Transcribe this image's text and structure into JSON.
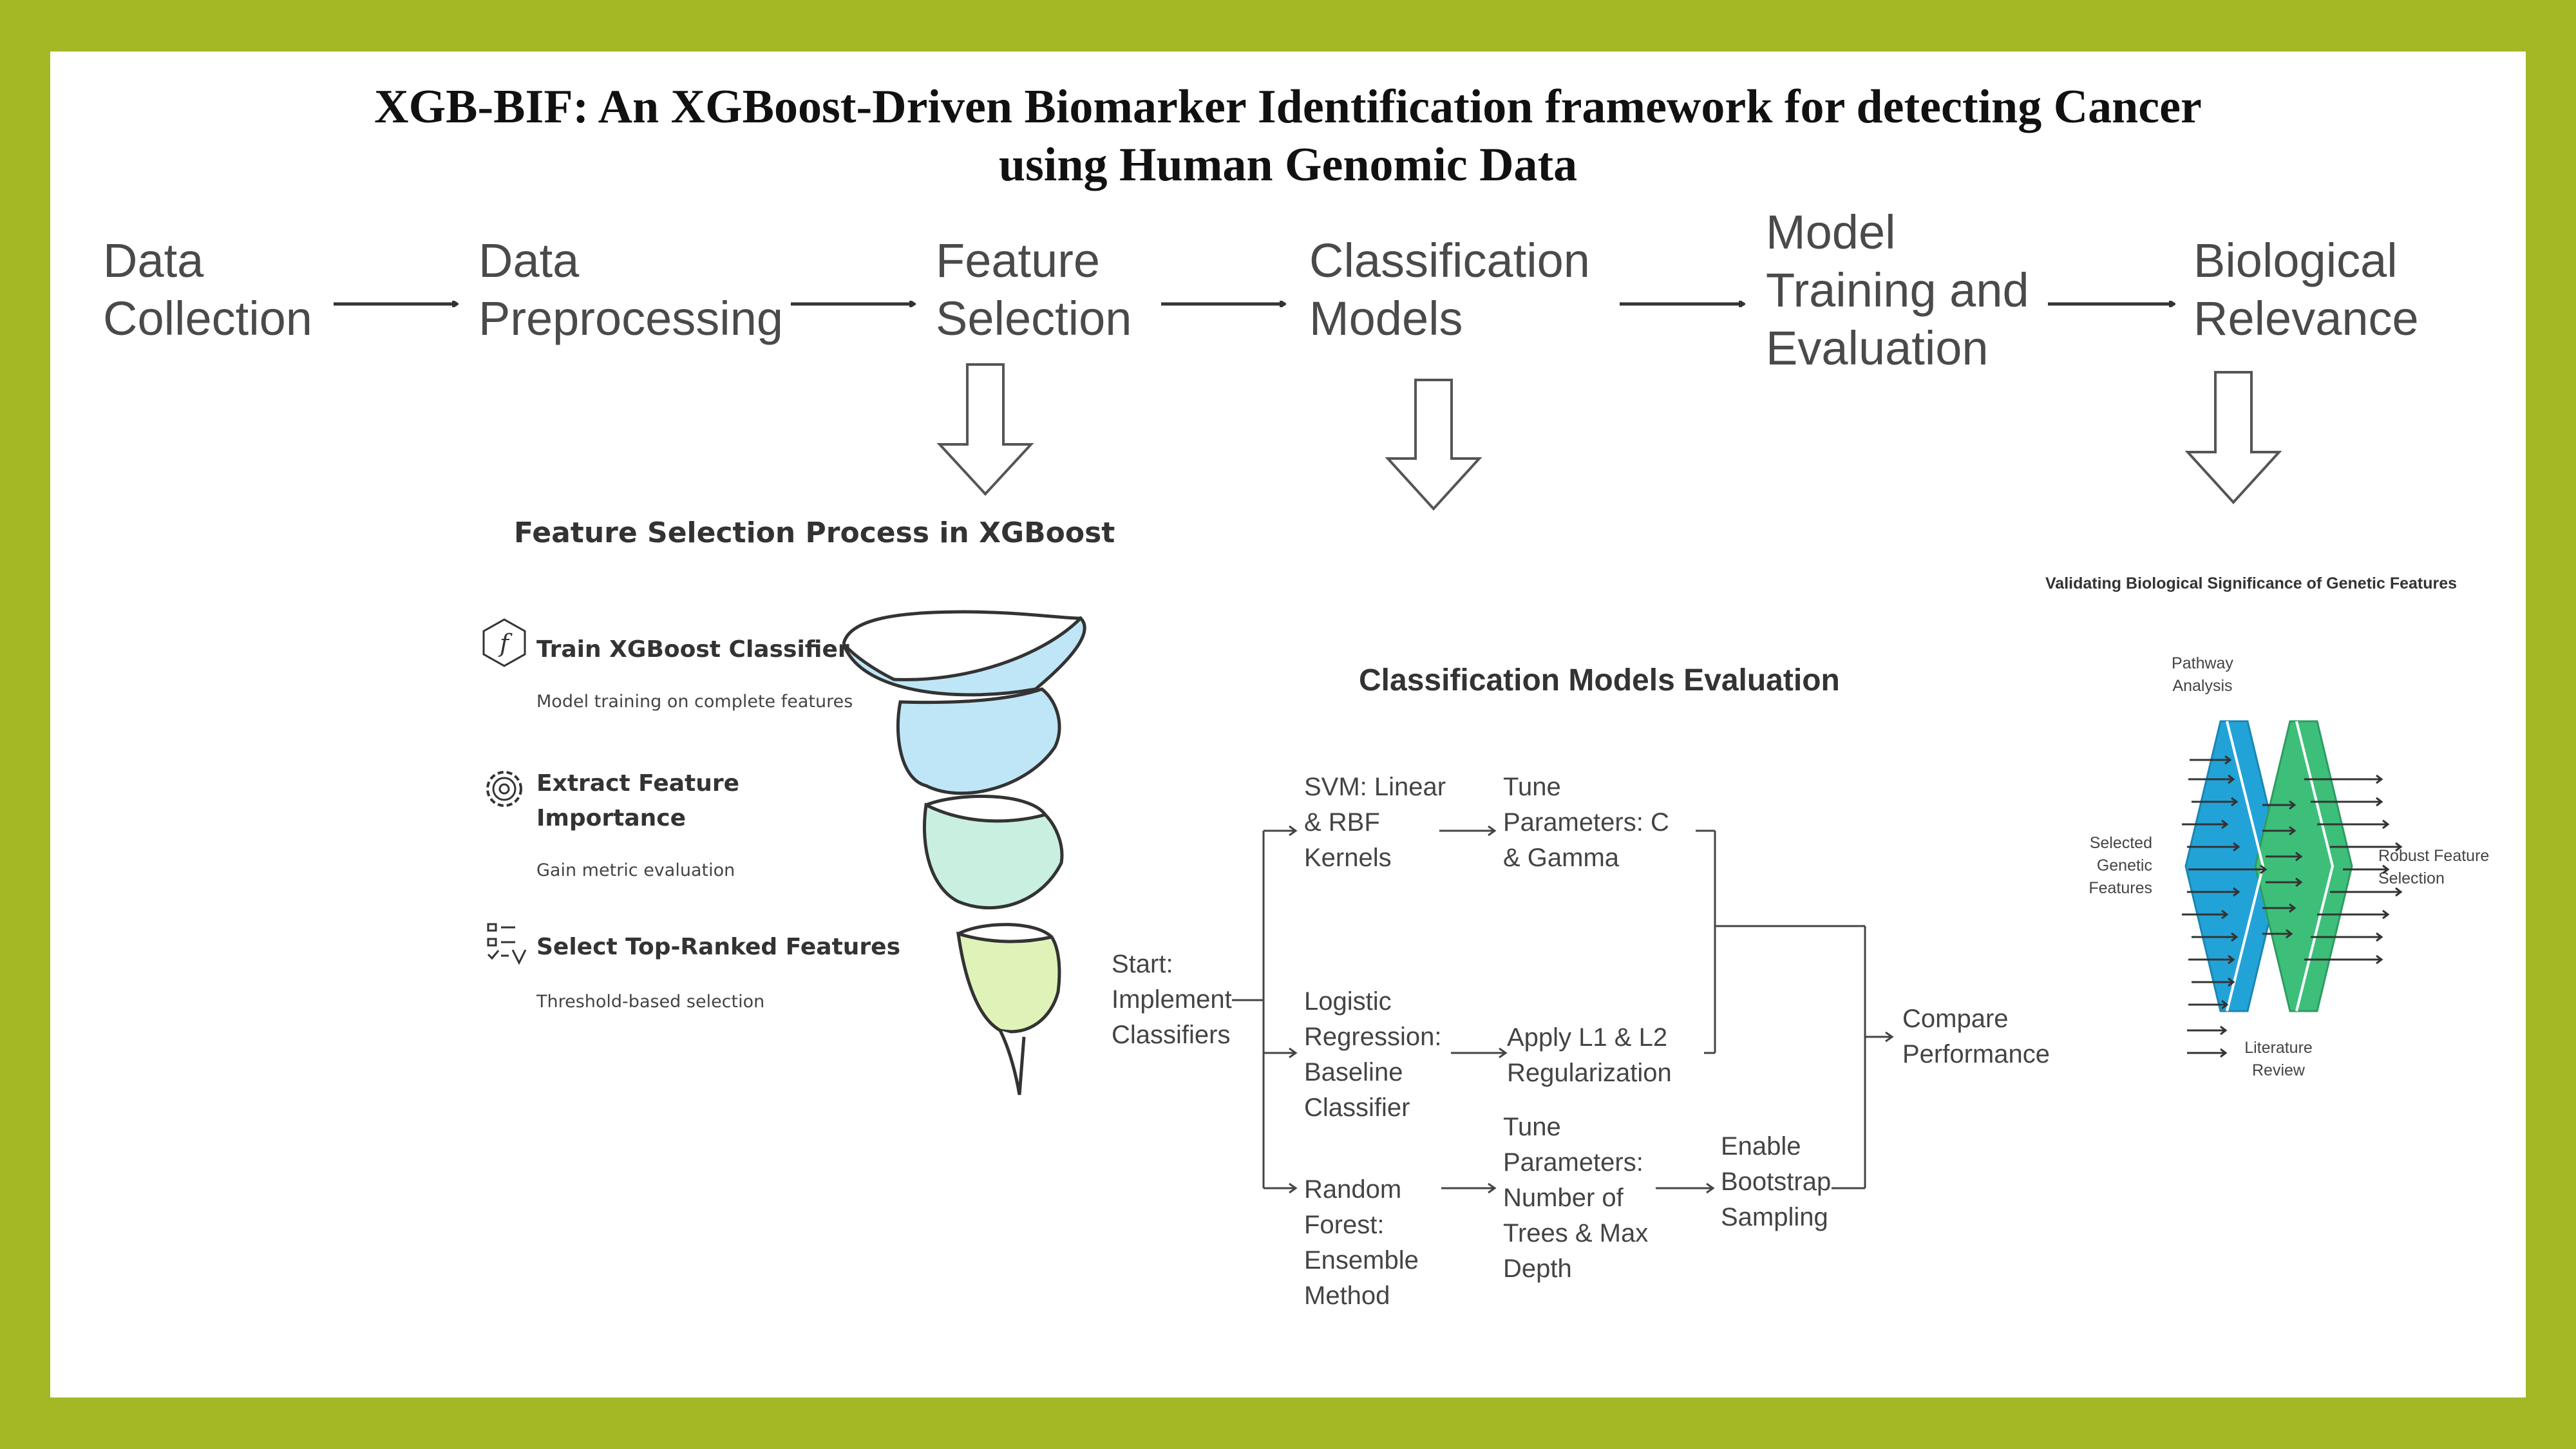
{
  "title": {
    "line1": "XGB-BIF: An XGBoost-Driven Biomarker Identification framework for detecting Cancer",
    "line2": "using Human Genomic Data"
  },
  "pipeline": {
    "steps": [
      {
        "lines": [
          "Data",
          "Collection"
        ]
      },
      {
        "lines": [
          "Data",
          "Preprocessing"
        ]
      },
      {
        "lines": [
          "Feature",
          "Selection"
        ]
      },
      {
        "lines": [
          "Classification",
          "Models"
        ]
      },
      {
        "lines": [
          "Model",
          "Training and",
          "Evaluation"
        ]
      },
      {
        "lines": [
          "Biological",
          "Relevance"
        ]
      }
    ]
  },
  "feature_selection": {
    "heading": "Feature Selection Process in XGBoost",
    "items": [
      {
        "icon": "f-hexagon-icon",
        "title_lines": [
          "Train XGBoost Classifier"
        ],
        "desc": "Model training on complete features"
      },
      {
        "icon": "gear-icon",
        "title_lines": [
          "Extract Feature",
          "Importance"
        ],
        "desc": "Gain metric evaluation"
      },
      {
        "icon": "checklist-icon",
        "title_lines": [
          "Select Top-Ranked Features"
        ],
        "desc": "Threshold-based selection"
      }
    ],
    "funnel_colors": [
      "#bfe6f7",
      "#c9efe0",
      "#dff3b8"
    ]
  },
  "classification": {
    "heading": "Classification Models Evaluation",
    "start": [
      "Start:",
      "Implement",
      "Classifiers"
    ],
    "branches": [
      {
        "model": [
          "SVM: Linear",
          "& RBF",
          "Kernels"
        ],
        "steps": [
          [
            "Tune",
            "Parameters: C",
            "& Gamma"
          ]
        ]
      },
      {
        "model": [
          "Logistic",
          "Regression:",
          "Baseline",
          "Classifier"
        ],
        "steps": [
          [
            "Apply L1 & L2",
            "Regularization"
          ]
        ]
      },
      {
        "model": [
          "Random",
          "Forest:",
          "Ensemble",
          "Method"
        ],
        "steps": [
          [
            "Tune",
            "Parameters:",
            "Number of",
            "Trees & Max",
            "Depth"
          ],
          [
            "Enable",
            "Bootstrap",
            "Sampling"
          ]
        ]
      }
    ],
    "end": [
      "Compare",
      "Performance"
    ]
  },
  "biological": {
    "heading": "Validating Biological Significance of Genetic Features",
    "pathway": [
      "Pathway",
      "Analysis"
    ],
    "literature": [
      "Literature",
      "Review"
    ],
    "input": [
      "Selected",
      "Genetic",
      "Features"
    ],
    "output": [
      "Robust Feature",
      "Selection"
    ],
    "colors": {
      "blue": "#22a3d8",
      "green": "#3dbf7a"
    }
  }
}
